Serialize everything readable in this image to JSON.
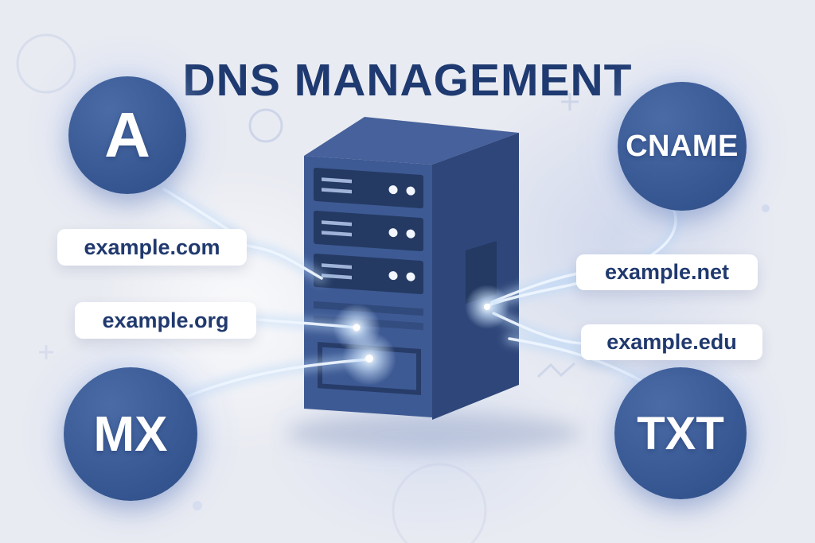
{
  "title": "DNS MANAGEMENT",
  "records": [
    {
      "id": "a",
      "label": "A"
    },
    {
      "id": "cname",
      "label": "CNAME"
    },
    {
      "id": "mx",
      "label": "MX"
    },
    {
      "id": "txt",
      "label": "TXT"
    }
  ],
  "domains": [
    {
      "id": "com",
      "label": "example.com"
    },
    {
      "id": "org",
      "label": "example.org"
    },
    {
      "id": "net",
      "label": "example.net"
    },
    {
      "id": "edu",
      "label": "example.edu"
    }
  ],
  "colors": {
    "background": "#e9ebf2",
    "title": "#1e3a70",
    "badge": "#33538e",
    "badge_light": "#4a6ba6",
    "badge_text": "#ffffff",
    "pill_bg": "#ffffff",
    "pill_text": "#20396e",
    "server_front": "#3e5a94",
    "server_side": "#2e4679",
    "server_top": "#46619b",
    "server_bay": "#243a63",
    "glow_soft": "#b9d7f7",
    "glow_core": "#eef6ff"
  }
}
